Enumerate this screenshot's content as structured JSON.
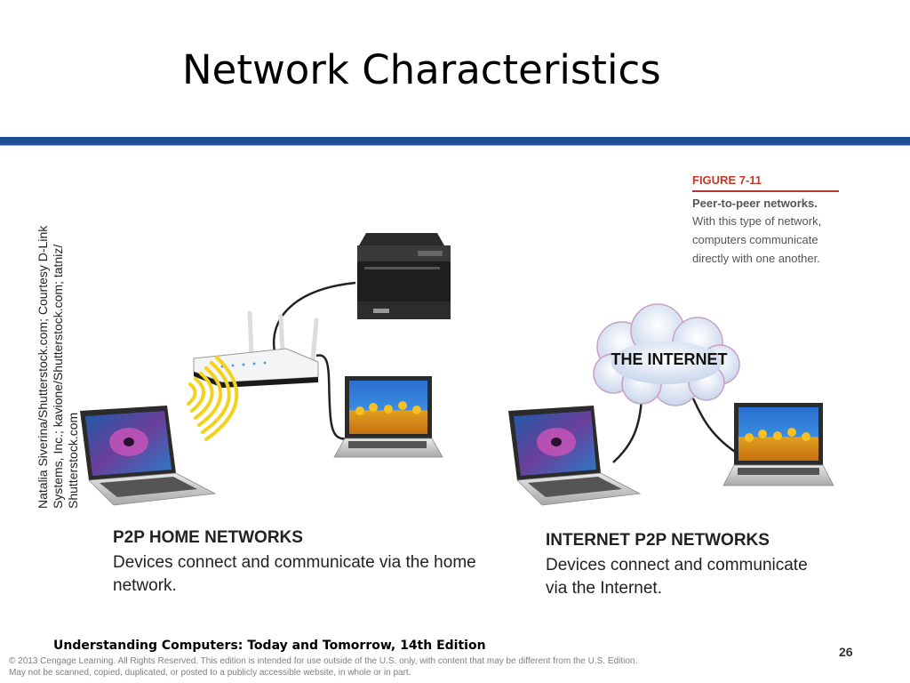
{
  "slide": {
    "title": "Network Characteristics",
    "page_number": "26"
  },
  "photo_credit": {
    "lines": [
      "Natalia Siverina/Shutterstock.com; Courtesy D-Link",
      "Systems, Inc.; kavione/Shutterstock.com; tatniz/",
      "Shutterstock.com"
    ]
  },
  "figure": {
    "label": "FIGURE 7-11",
    "heading": "Peer-to-peer networks.",
    "body_lines": [
      "With this type of network,",
      "computers communicate",
      "directly with one another."
    ]
  },
  "internet_cloud": {
    "label": "THE INTERNET"
  },
  "home_network": {
    "heading": "P2P HOME NETWORKS",
    "description_lines": [
      "Devices connect and communicate via the home",
      "network."
    ]
  },
  "internet_network": {
    "heading": "INTERNET P2P NETWORKS",
    "description_lines": [
      "Devices connect and communicate",
      "via the Internet."
    ]
  },
  "footer": {
    "book_title": "Understanding Computers: Today and Tomorrow, 14th Edition",
    "copyright_lines": [
      "© 2013 Cengage Learning. All Rights Reserved. This edition is intended for use outside of the U.S. only, with content that may be different from the U.S. Edition.",
      "May not be scanned, copied, duplicated, or posted to a publicly accessible website, in whole or in part."
    ]
  },
  "colors": {
    "title_bar": "#1f4e96",
    "figure_label": "#c0392b",
    "cable": "#222222"
  }
}
